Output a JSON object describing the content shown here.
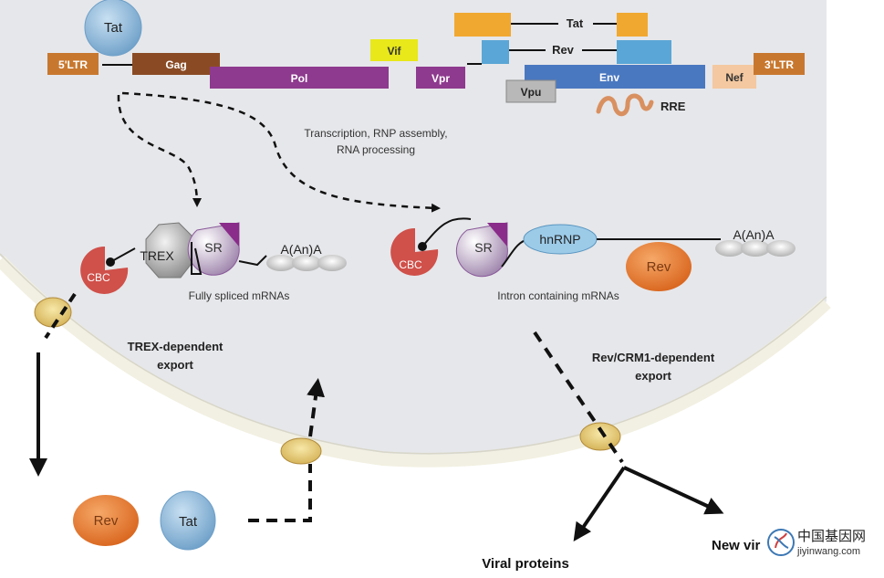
{
  "genome": {
    "tat": "Tat",
    "ltr5": "5'LTR",
    "gag": "Gag",
    "pol": "Pol",
    "vif": "Vif",
    "vpr": "Vpr",
    "tat_exon": "Tat",
    "rev_exon": "Rev",
    "vpu": "Vpu",
    "env": "Env",
    "nef": "Nef",
    "ltr3": "3'LTR",
    "rre": "RRE"
  },
  "process_label": {
    "line1": "Transcription, RNP assembly,",
    "line2": "RNA processing"
  },
  "left_complex": {
    "cbc": "CBC",
    "trex": "TREX",
    "sr": "SR",
    "polya": "A(An)A",
    "caption": "Fully spliced mRNAs"
  },
  "right_complex": {
    "cbc": "CBC",
    "sr": "SR",
    "hnrnp": "hnRNP",
    "rev": "Rev",
    "polya": "A(An)A",
    "caption": "Intron containing mRNAs"
  },
  "export": {
    "trex_line1": "TREX-dependent",
    "trex_line2": "export",
    "rev_line1": "Rev/CRM1-dependent",
    "rev_line2": "export"
  },
  "cytoplasm": {
    "rev": "Rev",
    "tat": "Tat",
    "viral_proteins": "Viral proteins",
    "new_virions": "New vir"
  },
  "watermark": {
    "site_cn": "中国基因网",
    "site_url": "jiyinwang.com"
  },
  "colors": {
    "nucleus": "#e6e7ea",
    "ltr": "#c8782e",
    "gag": "#8a4b24",
    "pol": "#8e3a8e",
    "vif": "#e8e81a",
    "tat": "#f0a830",
    "rev": "#5aa6d6",
    "env": "#4a78c0",
    "nef": "#f4c8a0",
    "cbc": "#d0504a",
    "rev_protein": "#e87830",
    "tat_protein": "#8fb8dc"
  }
}
